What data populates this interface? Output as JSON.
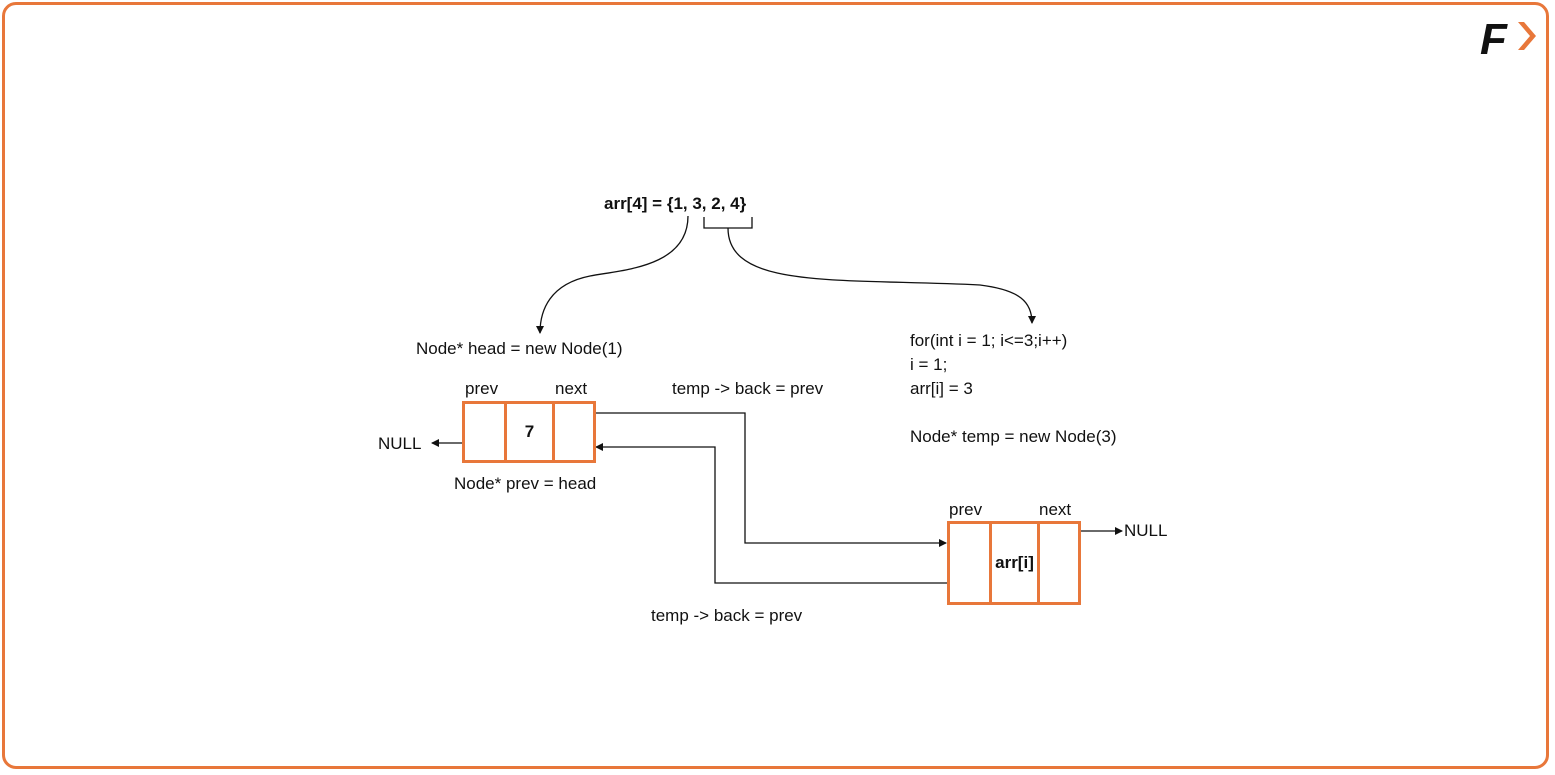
{
  "logo": {
    "letter": "F",
    "color": "#e8773a",
    "dark": "#111111"
  },
  "array_expr": "arr[4] = {1, 3, 2, 4}",
  "head_stmt": "Node*  head = new Node(1)",
  "loop": {
    "line1": "for(int i = 1; i<=3;i++)",
    "line2": "i = 1;",
    "line3": "arr[i] = 3",
    "line4": "Node* temp  = new Node(3)"
  },
  "node1": {
    "prev_label": "prev",
    "next_label": "next",
    "value": "7",
    "caption": "Node* prev = head",
    "null_label": "NULL"
  },
  "node2": {
    "prev_label": "prev",
    "next_label": "next",
    "value": "arr[i]",
    "null_label": "NULL"
  },
  "link_labels": {
    "top": "temp -> back = prev",
    "bottom": "temp -> back = prev"
  },
  "colors": {
    "accent": "#e8773a"
  }
}
